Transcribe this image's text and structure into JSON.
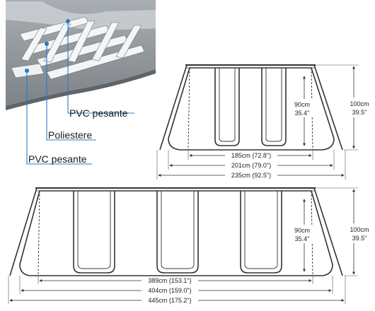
{
  "labels": {
    "layer_top": "PVC pesante",
    "layer_mid": "Poliestere",
    "layer_bottom": "PVC pesante"
  },
  "small_pool": {
    "width_inner": "185cm (72.8\")",
    "width_mid": "201cm (79.0\")",
    "width_outer": "235cm (92.5\")",
    "height_inner": {
      "cm": "90cm",
      "in": "35.4\""
    },
    "height_outer": {
      "cm": "100cm",
      "in": "39.5\""
    }
  },
  "large_pool": {
    "width_inner": "389cm (153.1\")",
    "width_mid": "404cm (159.0\")",
    "width_outer": "445cm (175.2\")",
    "height_inner": {
      "cm": "90cm",
      "in": "35.4\""
    },
    "height_outer": {
      "cm": "100cm",
      "in": "39.5\""
    }
  },
  "colors": {
    "line": "#333333",
    "accent": "#2a78c4",
    "panel": "#9aa0a6"
  }
}
